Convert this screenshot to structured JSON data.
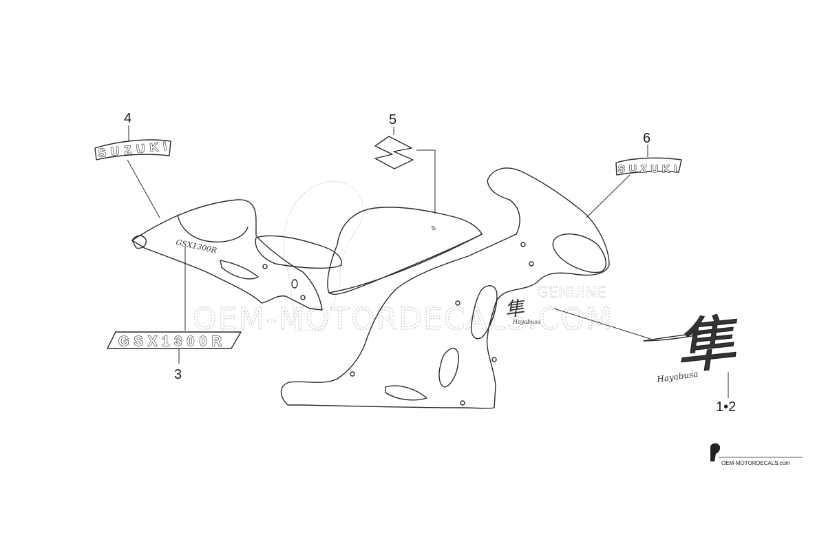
{
  "callouts": {
    "one_two": "1•2",
    "three": "3",
    "four": "4",
    "five": "5",
    "six": "6"
  },
  "decals": {
    "suzuki_left": "SUZUKI",
    "suzuki_right": "SUZUKI",
    "gsx_badge": "GSX1300R",
    "tank_gsx": "GSX1300R",
    "hayabusa_script": "Hayabusa"
  },
  "watermark": {
    "main": "OEM-MOTORDECALS.COM",
    "genuine": "GENUINE"
  },
  "footer_logo": {
    "text": "OEM-MOTORDECALS.com"
  }
}
